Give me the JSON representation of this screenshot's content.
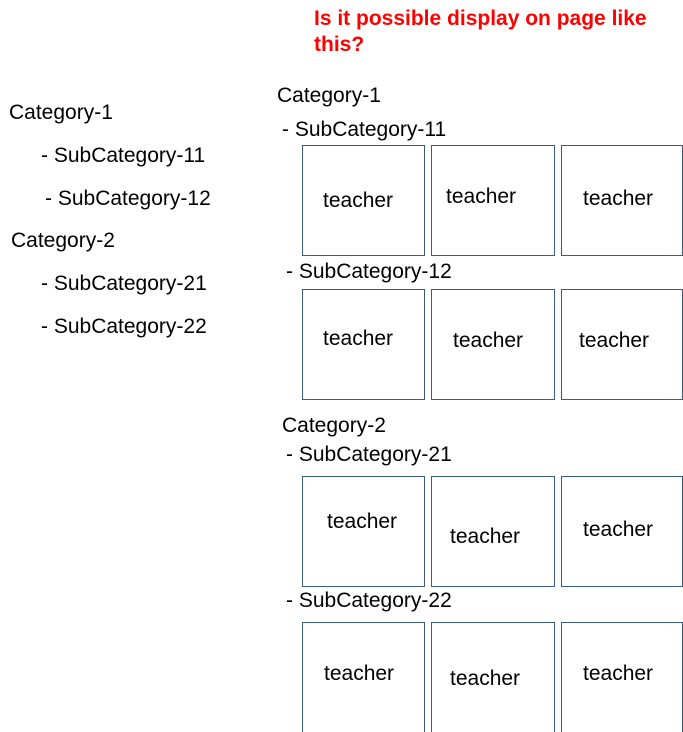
{
  "question": "Is it possible display on page like this?",
  "left_list": {
    "categories": [
      {
        "label": "Category-1",
        "subcategories": [
          "- SubCategory-11",
          "- SubCategory-12"
        ]
      },
      {
        "label": "Category-2",
        "subcategories": [
          "- SubCategory-21",
          "- SubCategory-22"
        ]
      }
    ]
  },
  "right_layout": {
    "categories": [
      {
        "label": "Category-1",
        "subcategories": [
          {
            "label": "- SubCategory-11",
            "cards": [
              "teacher",
              "teacher",
              "teacher"
            ]
          },
          {
            "label": "- SubCategory-12",
            "cards": [
              "teacher",
              "teacher",
              "teacher"
            ]
          }
        ]
      },
      {
        "label": "Category-2",
        "subcategories": [
          {
            "label": "- SubCategory-21",
            "cards": [
              "teacher",
              "teacher",
              "teacher"
            ]
          },
          {
            "label": "- SubCategory-22",
            "cards": [
              "teacher",
              "teacher",
              "teacher"
            ]
          }
        ]
      }
    ]
  }
}
